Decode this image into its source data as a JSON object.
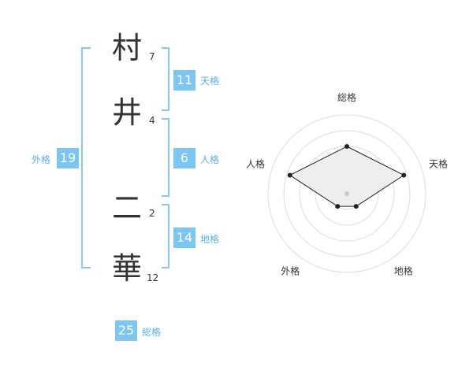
{
  "name": {
    "chars": [
      {
        "char": "村",
        "strokes": "7"
      },
      {
        "char": "井",
        "strokes": "4"
      },
      {
        "char": "二",
        "strokes": "2"
      },
      {
        "char": "華",
        "strokes": "12"
      }
    ]
  },
  "scores": {
    "tenkaku": {
      "value": "11",
      "label": "天格"
    },
    "jinkaku": {
      "value": "6",
      "label": "人格"
    },
    "chikaku": {
      "value": "14",
      "label": "地格"
    },
    "gaikaku": {
      "value": "19",
      "label": "外格"
    },
    "soukaku": {
      "value": "25",
      "label": "総格"
    }
  },
  "radar": {
    "axes": [
      "総格",
      "天格",
      "地格",
      "外格",
      "人格"
    ],
    "levels": [
      0.6,
      0.76,
      0.2,
      0.2,
      0.76
    ],
    "ring_count": 5,
    "colors": {
      "rings": "#dddddd",
      "fill": "#eeeeee",
      "line": "#222222",
      "point": "#222222",
      "center": "#cccccc"
    }
  },
  "colors": {
    "accent": "#7cc6f4",
    "bracket": "#82c9f5",
    "label": "#5ab2ea"
  }
}
